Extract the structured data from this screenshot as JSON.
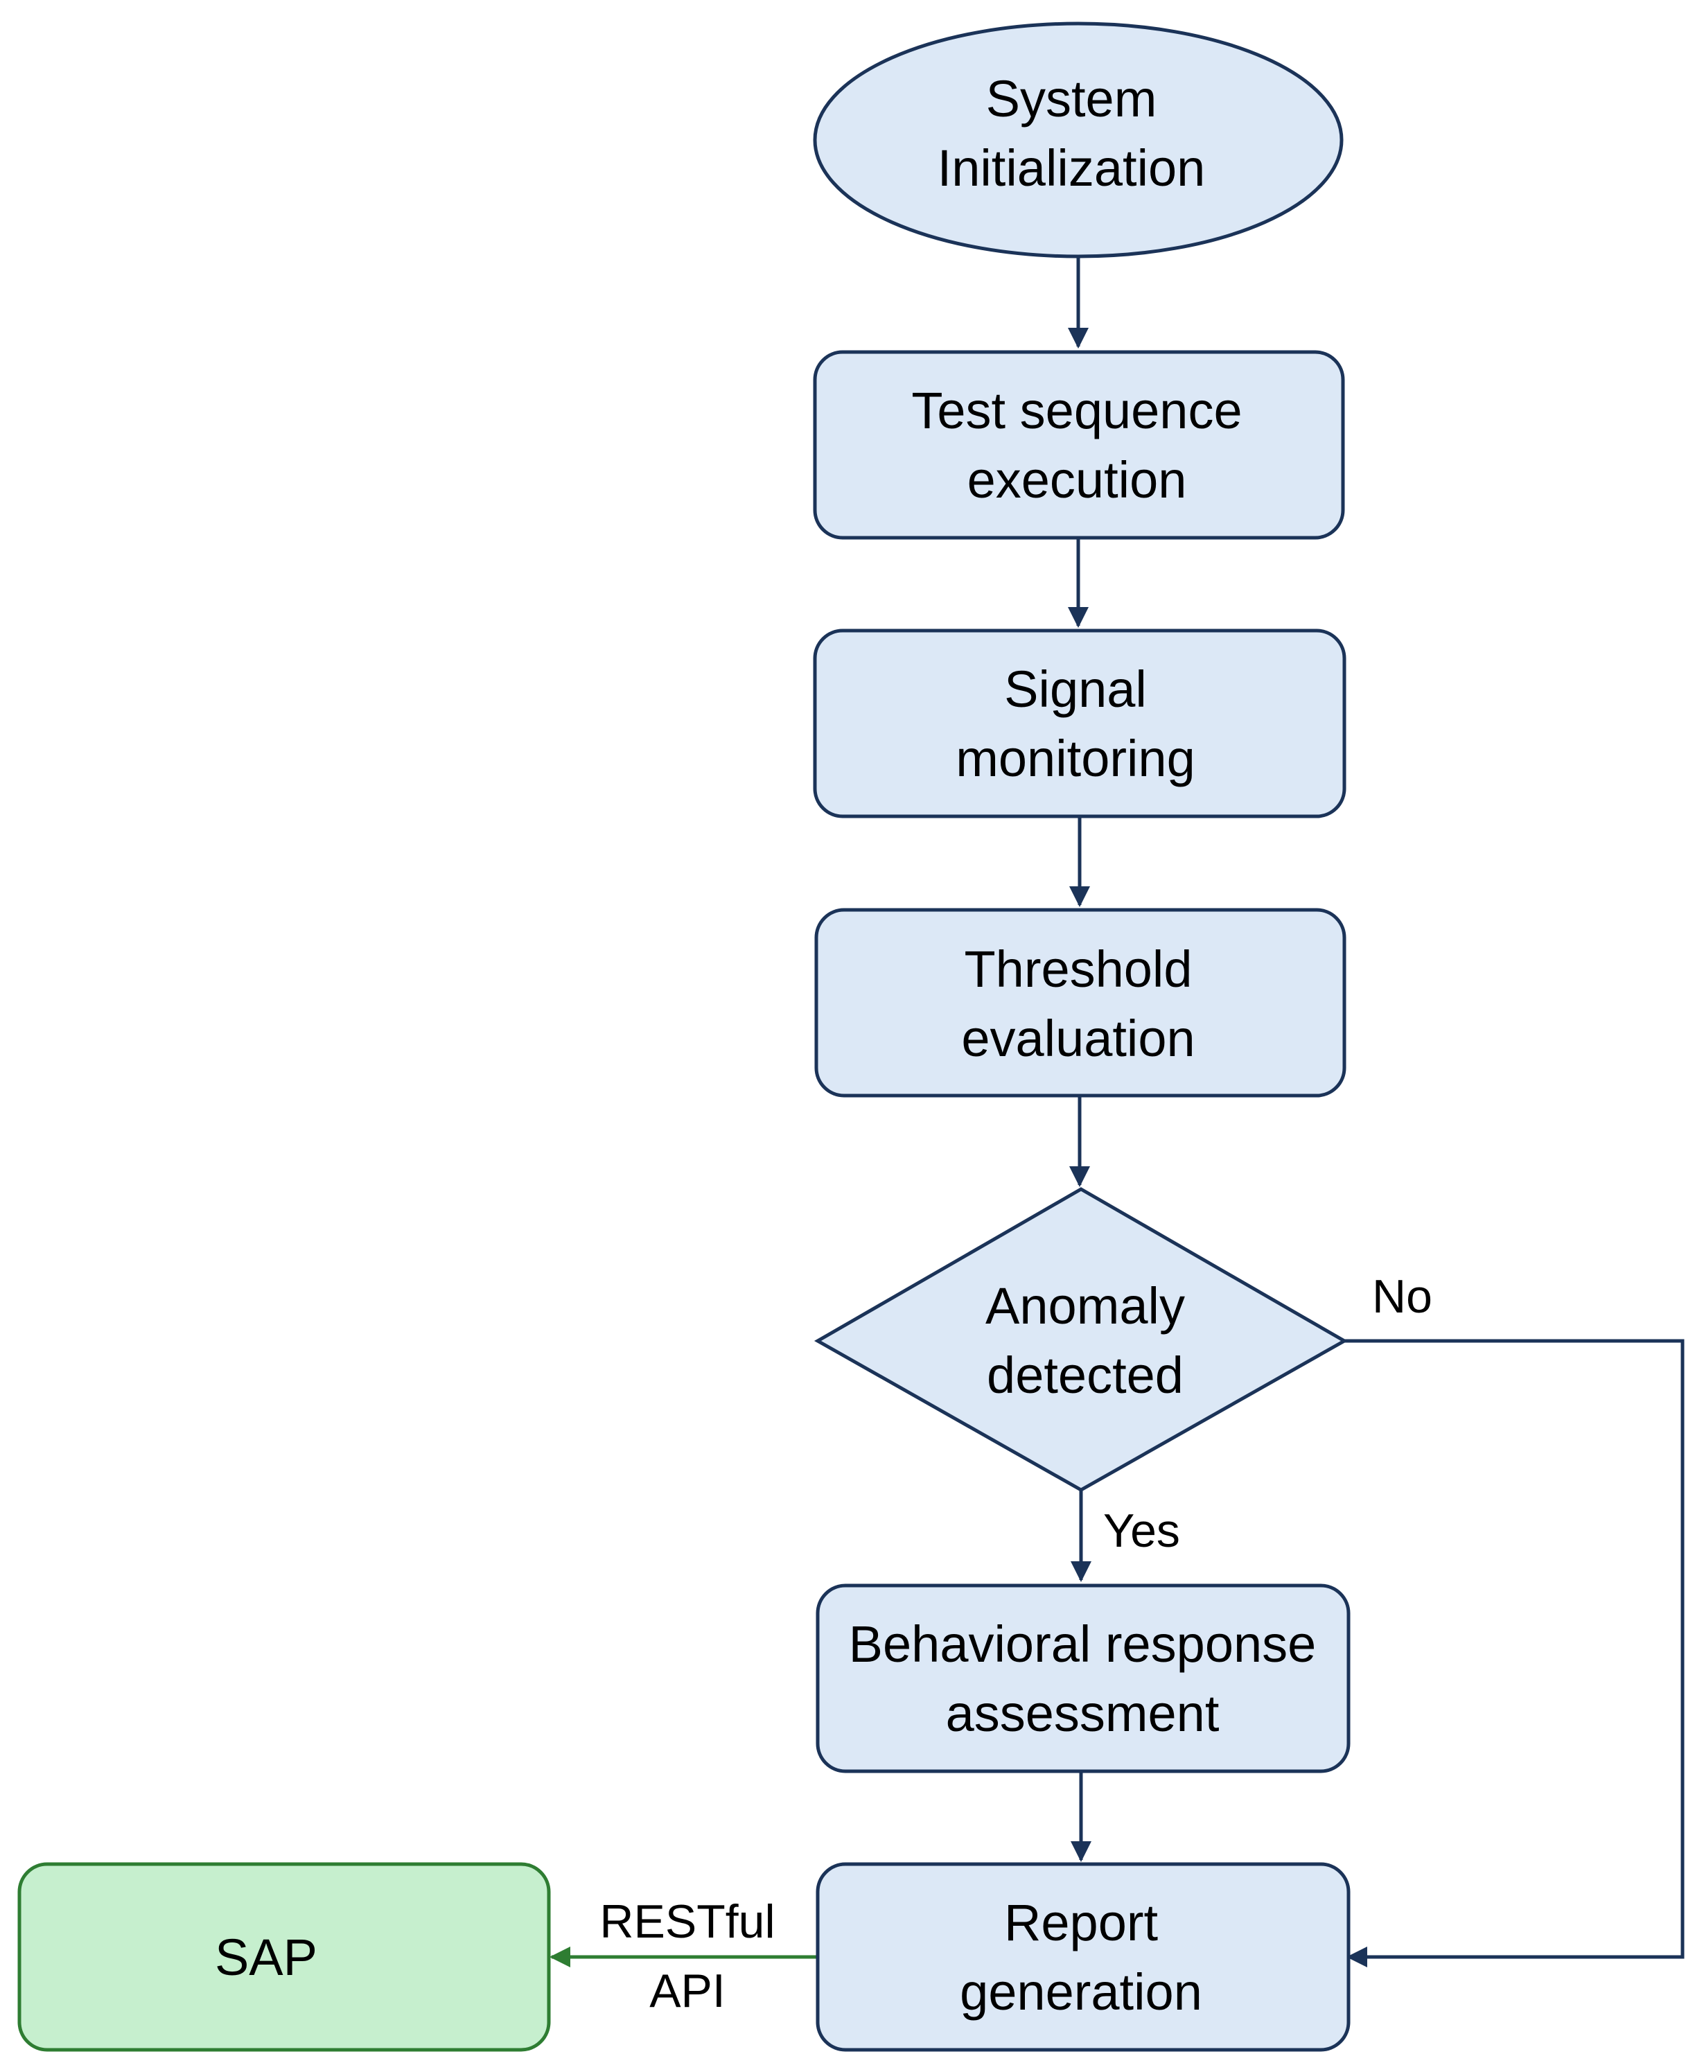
{
  "colors": {
    "node_fill": "#dce8f6",
    "node_stroke": "#1b3358",
    "edge": "#1b3358",
    "sap_fill": "#c6efce",
    "sap_stroke": "#2e7d32",
    "api_edge": "#2e7d32"
  },
  "nodes": {
    "system_initialization": {
      "line1": "System",
      "line2": "Initialization"
    },
    "test_sequence_execution": {
      "line1": "Test sequence",
      "line2": "execution"
    },
    "signal_monitoring": {
      "line1": "Signal",
      "line2": "monitoring"
    },
    "threshold_evaluation": {
      "line1": "Threshold",
      "line2": "evaluation"
    },
    "anomaly_detected": {
      "line1": "Anomaly",
      "line2": "detected"
    },
    "behavioral_response_assessment": {
      "line1": "Behavioral response",
      "line2": "assessment"
    },
    "report_generation": {
      "line1": "Report",
      "line2": "generation"
    },
    "sap": {
      "label": "SAP"
    }
  },
  "edges": {
    "no_label": "No",
    "yes_label": "Yes",
    "api_label_line1": "RESTful",
    "api_label_line2": "API"
  }
}
